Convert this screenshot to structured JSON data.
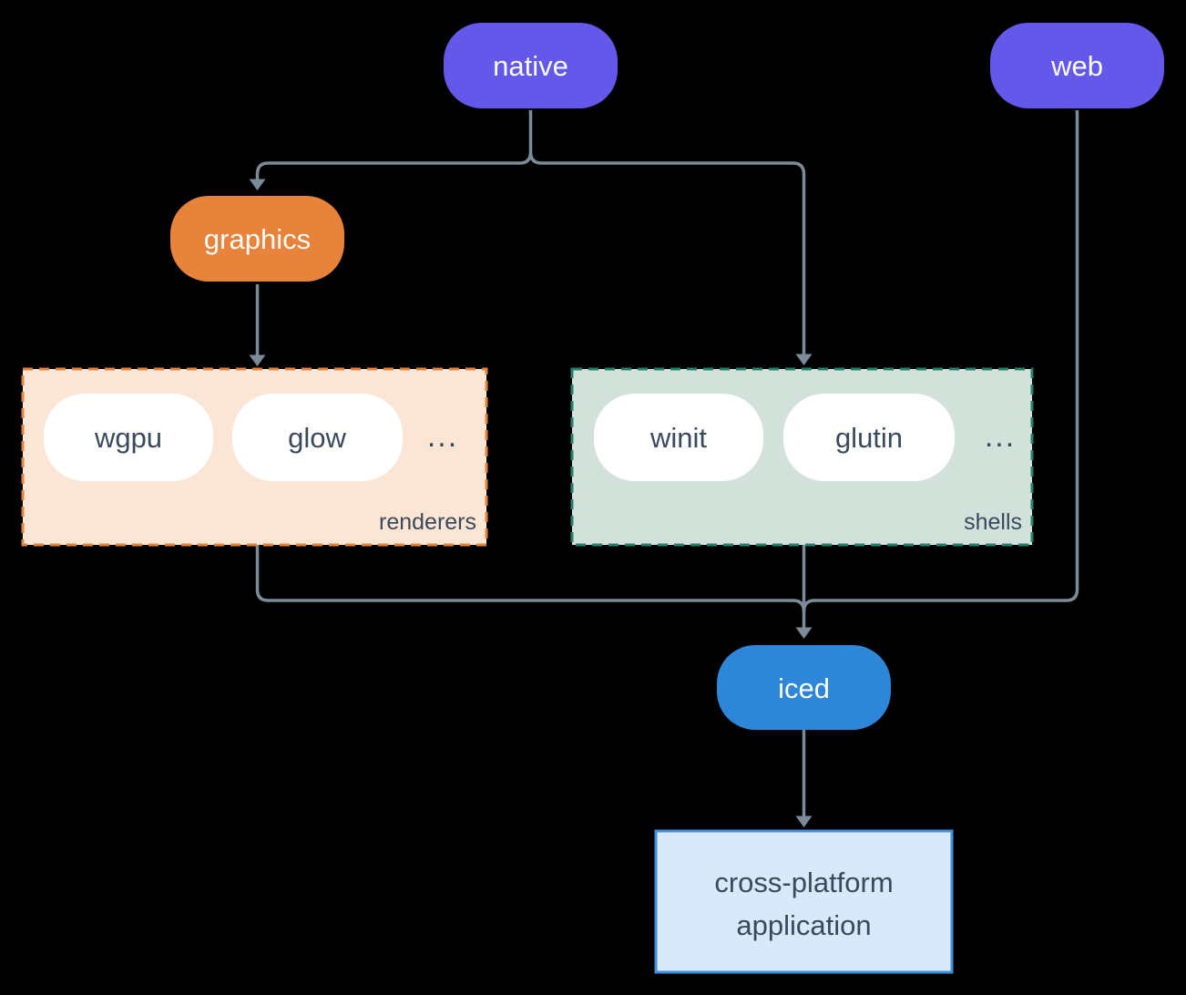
{
  "colors": {
    "background": "#000000",
    "edge": "#7c8b9a",
    "purple": "#6358e9",
    "orange": "#e8833c",
    "blue": "#2e86d8",
    "pill_text_light": "#fafbfc",
    "text_dark": "#3a4a5c",
    "white_pill": "#ffffff",
    "renderers_bg": "#fbe5d5",
    "renderers_border": "#e08540",
    "shells_bg": "#d3e1db",
    "shells_border": "#26806d",
    "app_bg": "#d9e9f9",
    "app_border": "#3f8fdf"
  },
  "nodes": {
    "native": "native",
    "web": "web",
    "graphics": "graphics",
    "iced": "iced"
  },
  "groups": {
    "renderers": {
      "label": "renderers",
      "items": [
        "wgpu",
        "glow"
      ],
      "ellipsis": "..."
    },
    "shells": {
      "label": "shells",
      "items": [
        "winit",
        "glutin"
      ],
      "ellipsis": "..."
    }
  },
  "app_box": {
    "line1": "cross-platform",
    "line2": "application"
  }
}
